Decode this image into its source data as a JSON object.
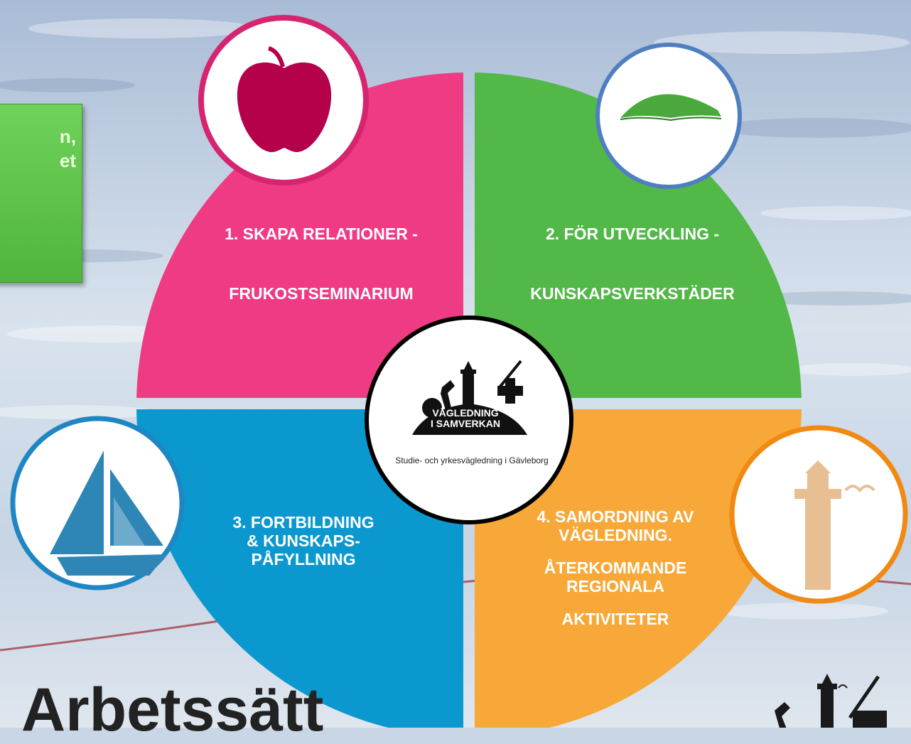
{
  "left_box": {
    "line1": "n,",
    "line2": "et"
  },
  "title": "Arbetssätt",
  "segments": [
    {
      "id": 1,
      "line1": "1. SKAPA RELATIONER -",
      "line2": "FRUKOSTSEMINARIUM",
      "color": "#ee3b84",
      "icon": "apple-icon",
      "ring_color": "#d6246f"
    },
    {
      "id": 2,
      "line1": "2. FÖR UTVECKLING -",
      "line2": "KUNSKAPSVERKSTÄDER",
      "color": "#52b848",
      "icon": "book-icon",
      "ring_color": "#4f7fc0"
    },
    {
      "id": 3,
      "line1": "3. FORTBILDNING",
      "line2": "& KUNSKAPS-",
      "line3": "PÅFYLLNING",
      "color": "#0b98cf",
      "icon": "sailboat-icon",
      "ring_color": "#1f86c4"
    },
    {
      "id": 4,
      "line1": "4. SAMORDNING AV",
      "line2": "VÄGLEDNING.",
      "line3": "ÅTERKOMMANDE",
      "line4": "REGIONALA",
      "line5": "AKTIVITETER",
      "color": "#f7a838",
      "icon": "lighthouse-icon",
      "ring_color": "#f08a12"
    }
  ],
  "center_logo": {
    "line1": "VÄGLEDNING",
    "line2": "I SAMVERKAN",
    "caption": "Studie- och yrkesvägledning i Gävleborg"
  }
}
